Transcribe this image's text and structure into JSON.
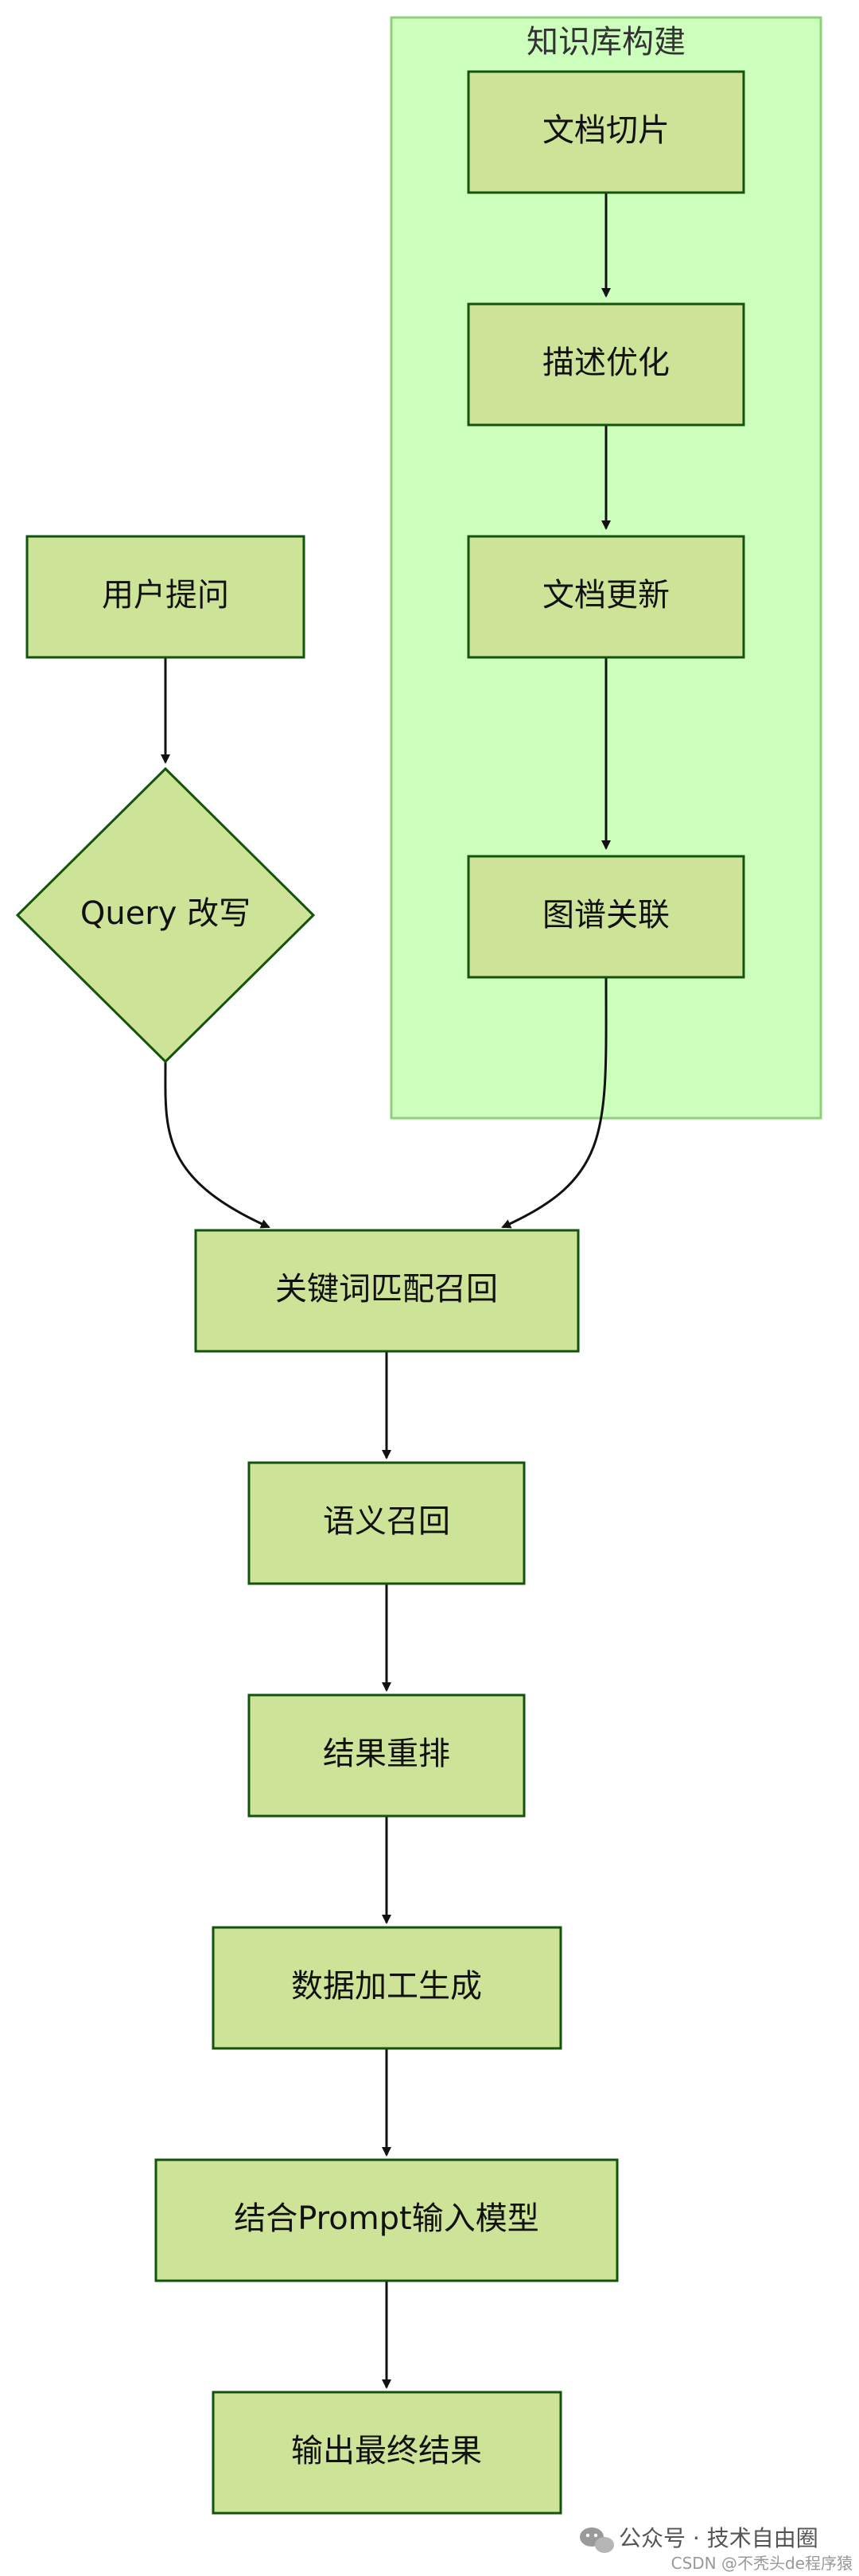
{
  "cluster": {
    "title": "知识库构建"
  },
  "nodes": {
    "doc_slice": "文档切片",
    "desc_opt": "描述优化",
    "doc_update": "文档更新",
    "graph_link": "图谱关联",
    "user_query": "用户提问",
    "query_rewrite": "Query 改写",
    "keyword_recall": "关键词匹配召回",
    "semantic_recall": "语义召回",
    "rerank": "结果重排",
    "data_gen": "数据加工生成",
    "prompt_model": "结合Prompt输入模型",
    "final_output": "输出最终结果"
  },
  "watermark": {
    "line1": "公众号 · 技术自由圈",
    "line2": "CSDN @不秃头de程序猿"
  },
  "colors": {
    "node_fill": "#cde498",
    "node_stroke": "#13540c",
    "cluster_fill": "#ccffbb",
    "cluster_stroke": "#8fd07a"
  }
}
